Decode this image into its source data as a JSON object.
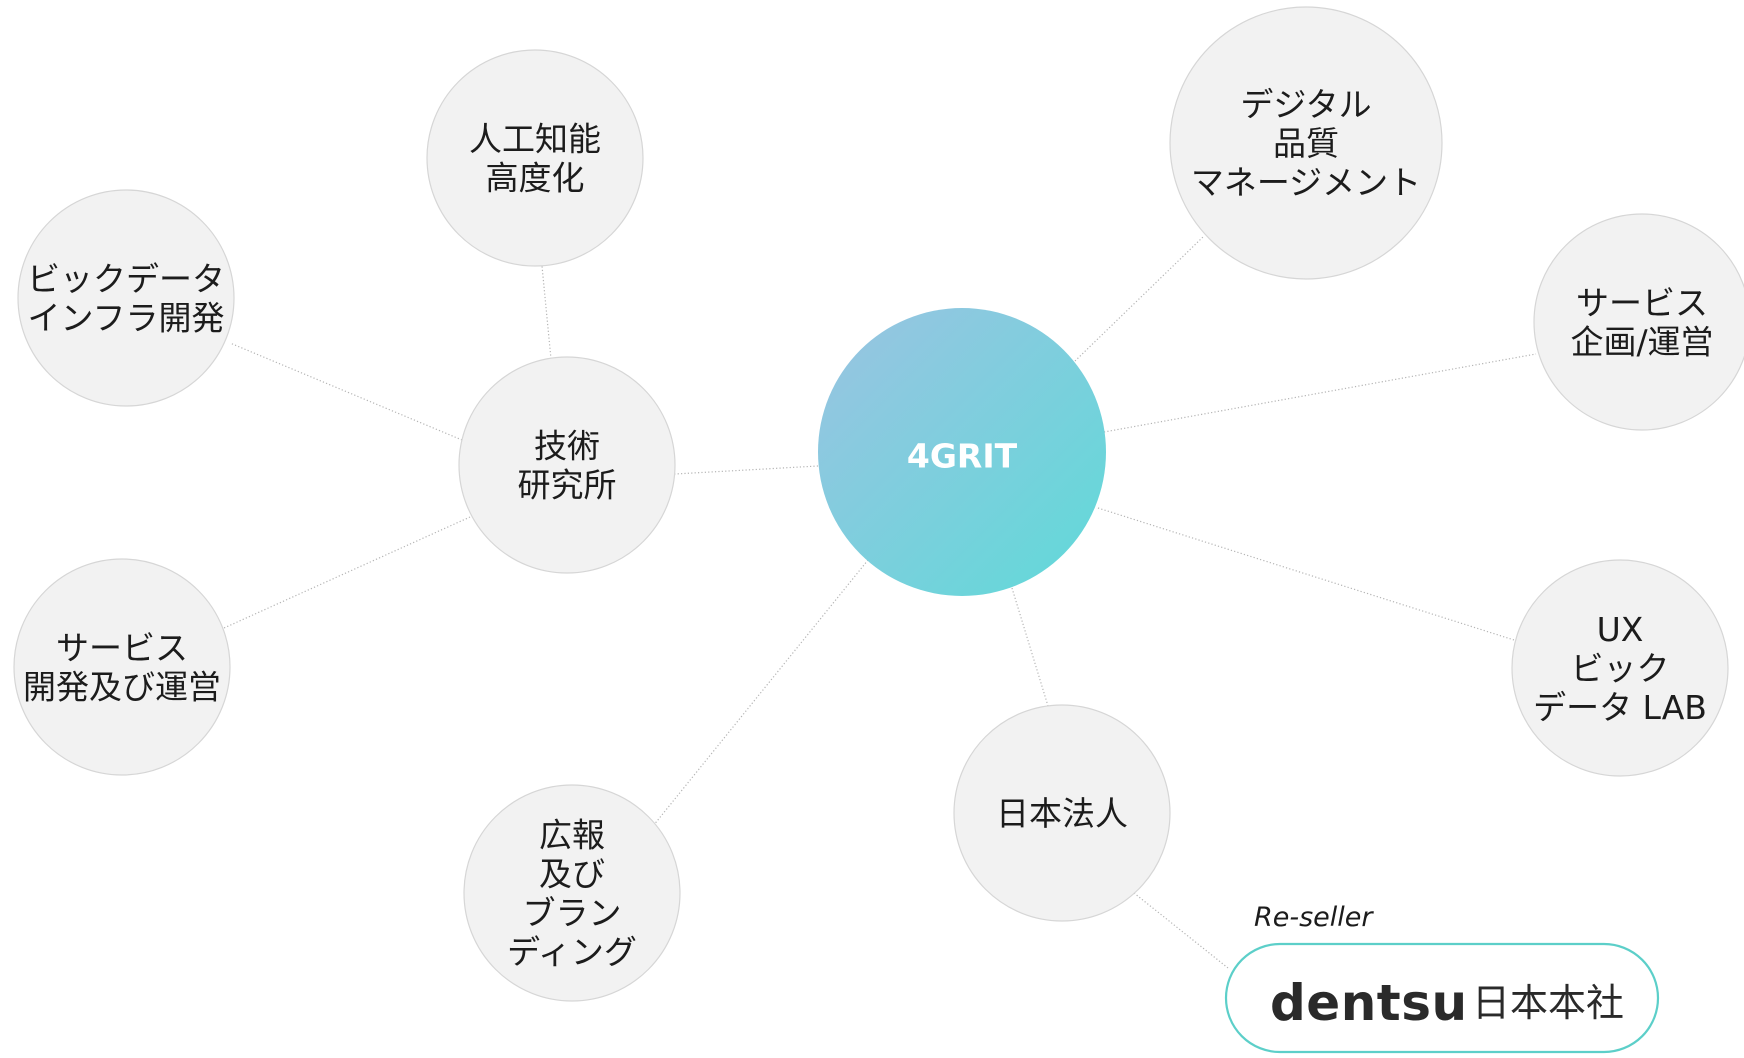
{
  "center": {
    "label": "4GRIT"
  },
  "nodes": {
    "ai": {
      "lines": [
        "人工知能",
        "高度化"
      ]
    },
    "bigdata_infra": {
      "lines": [
        "ビックデータ",
        "インフラ開発"
      ]
    },
    "lab": {
      "lines": [
        "技術",
        "研究所"
      ]
    },
    "service_dev": {
      "lines": [
        "サービス",
        "開発及び運営"
      ]
    },
    "pr": {
      "lines": [
        "広報",
        "及び",
        "ブラン",
        "ディング"
      ]
    },
    "japan": {
      "lines": [
        "日本法人"
      ]
    },
    "quality": {
      "lines": [
        "デジタル",
        "品質",
        "マネージメント"
      ]
    },
    "service_plan": {
      "lines": [
        "サービス",
        "企画/運営"
      ]
    },
    "ux": {
      "lines": [
        "UX",
        "ビック",
        "データ LAB"
      ]
    }
  },
  "reseller": {
    "caption": "Re-seller",
    "logo": "dentsu",
    "name": "日本本社"
  },
  "colors": {
    "node_fill": "#f2f2f2",
    "node_stroke": "#d6d6d6",
    "center_gradient_start": "#9bc3e2",
    "center_gradient_end": "#5fdad8",
    "reseller_border": "#5ccfc9",
    "connector": "#b4b4b4"
  }
}
